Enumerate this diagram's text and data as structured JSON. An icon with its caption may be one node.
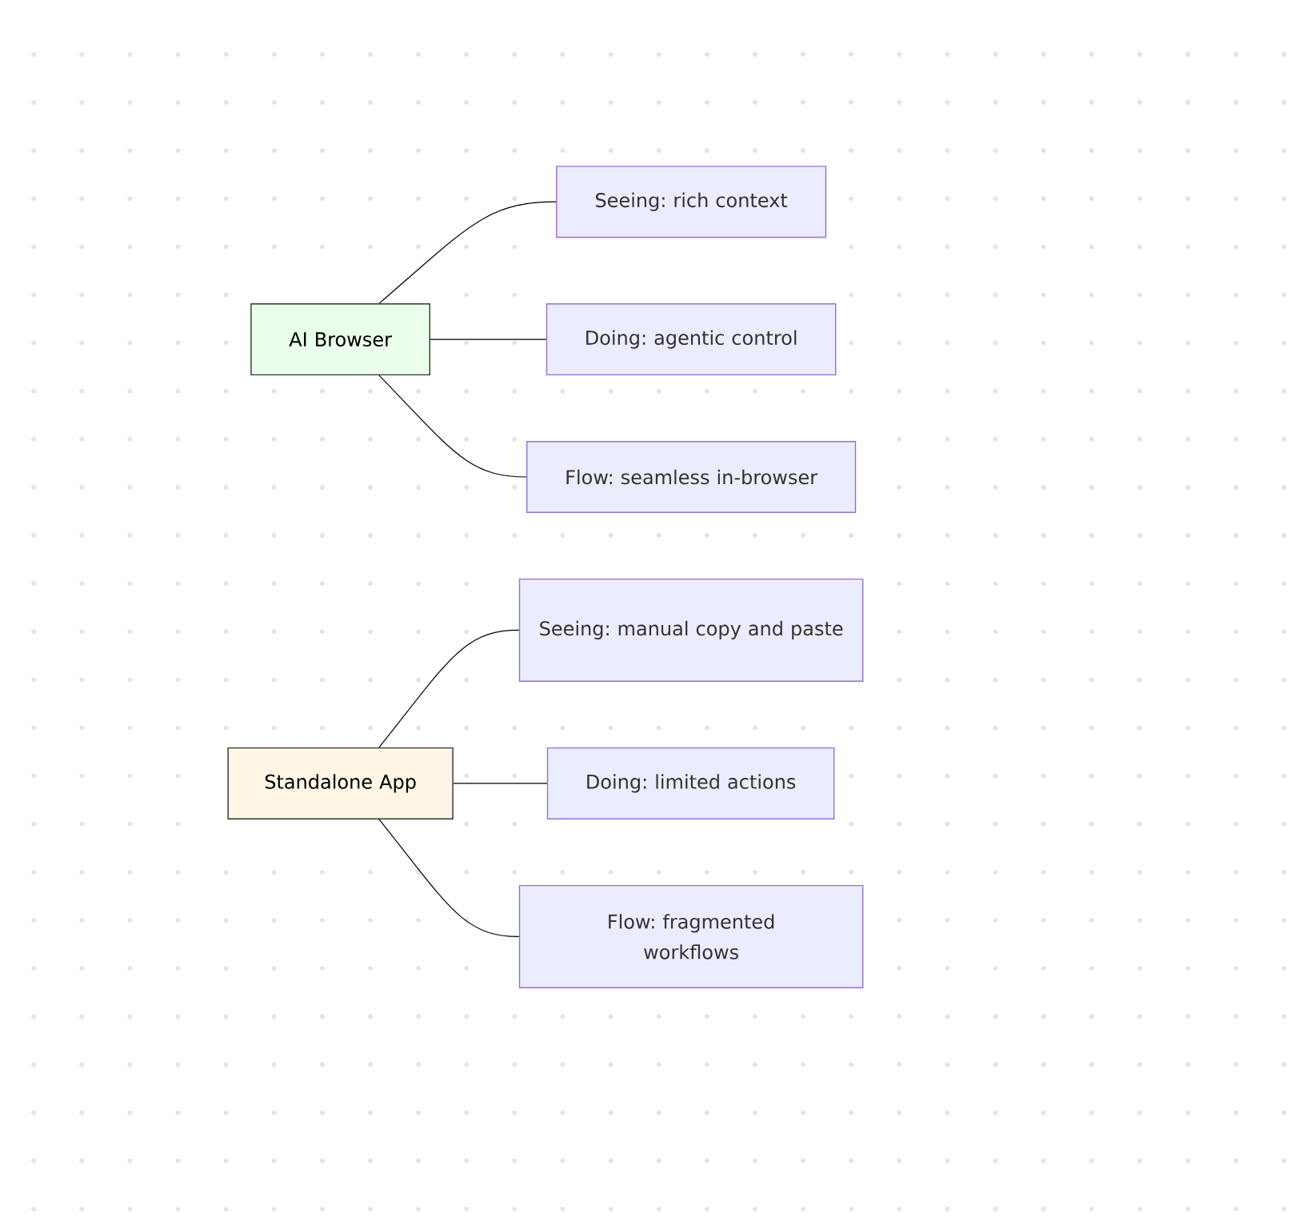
{
  "diagram": {
    "nodes": [
      {
        "text": [
          "AI Browser"
        ]
      },
      {
        "text": [
          "Seeing: rich context"
        ]
      },
      {
        "text": [
          "Doing: agentic control"
        ]
      },
      {
        "text": [
          "Flow: seamless in-browser"
        ]
      },
      {
        "text": [
          "Standalone App"
        ]
      },
      {
        "text": [
          "Seeing: manual copy and paste"
        ]
      },
      {
        "text": [
          "Doing: limited actions"
        ]
      },
      {
        "text": [
          "Flow: fragmented workflows"
        ]
      }
    ],
    "edges": [
      {
        "from": 0,
        "to": 1,
        "arrow": "none"
      },
      {
        "from": 0,
        "to": 2,
        "arrow": "none"
      },
      {
        "from": 0,
        "to": 3,
        "arrow": "none"
      },
      {
        "from": 4,
        "to": 5,
        "arrow": "none"
      },
      {
        "from": 4,
        "to": 6,
        "arrow": "none"
      },
      {
        "from": 4,
        "to": 7,
        "arrow": "none"
      }
    ]
  }
}
